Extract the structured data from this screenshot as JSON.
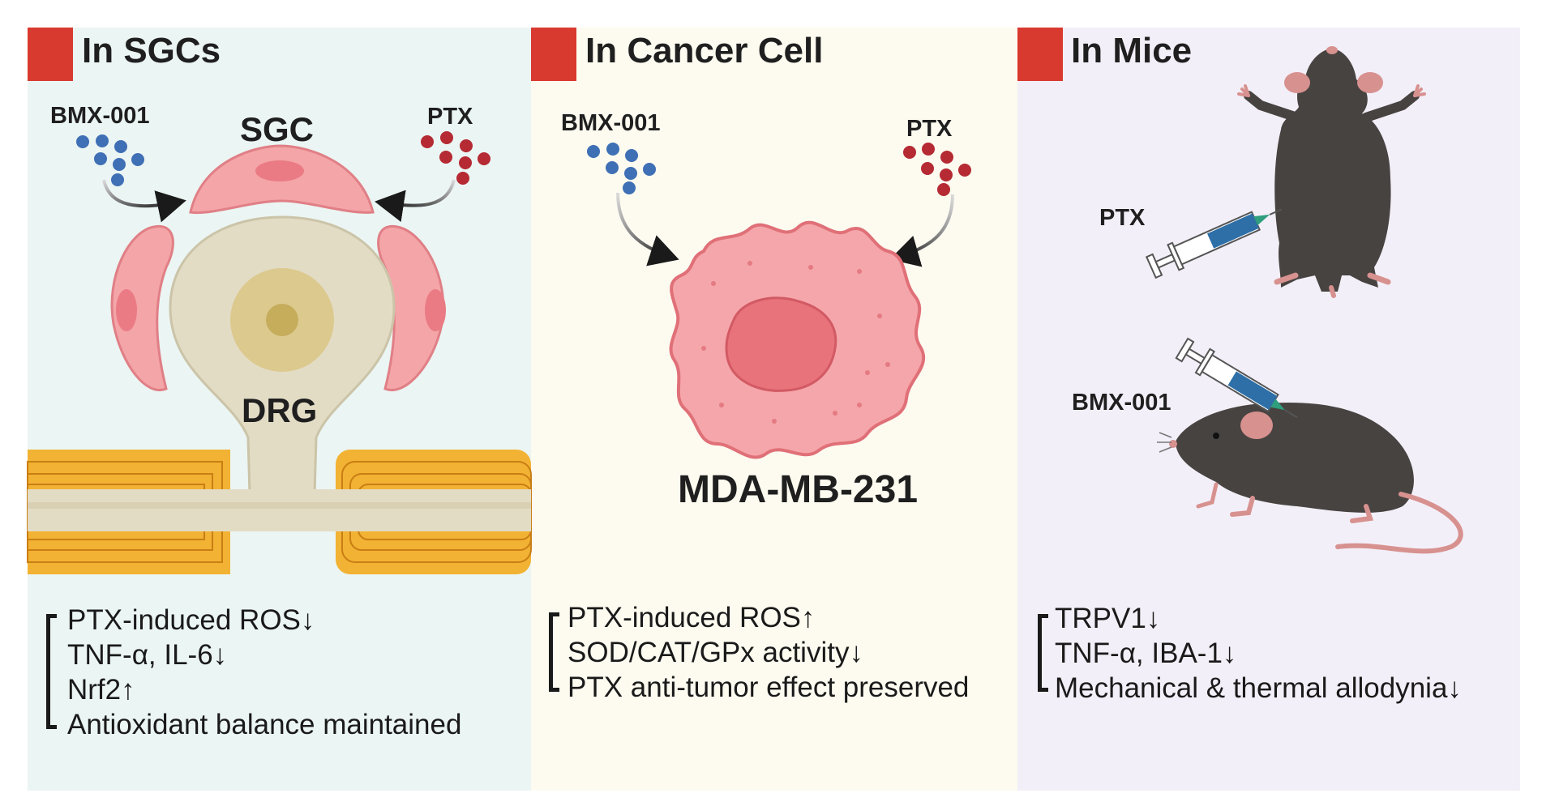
{
  "panels": [
    {
      "title": "In SGCs",
      "labels": {
        "drug1": "BMX-001",
        "drug2": "PTX",
        "cell": "SGC",
        "ganglion": "DRG"
      },
      "effects": [
        "PTX-induced ROS↓",
        "TNF-α, IL-6↓",
        "Nrf2↑",
        "Antioxidant balance maintained"
      ]
    },
    {
      "title": "In Cancer Cell",
      "labels": {
        "drug1": "BMX-001",
        "drug2": "PTX",
        "cell": "MDA-MB-231"
      },
      "effects": [
        "PTX-induced ROS↑",
        "SOD/CAT/GPx activity↓",
        "PTX anti-tumor effect preserved"
      ]
    },
    {
      "title": "In Mice",
      "labels": {
        "injection1": "PTX",
        "injection2": "BMX-001"
      },
      "effects": [
        "TRPV1↓",
        "TNF-α, IBA-1↓",
        "Mechanical & thermal allodynia↓"
      ]
    }
  ],
  "colors": {
    "header_accent": "#d93a2f",
    "bmx_dots": "#3f6fb5",
    "ptx_dots": "#b52a33",
    "sgc_cell": "#f4a5a8",
    "drg": "#e3dcc5",
    "myelin": "#f2b233",
    "cancer_cell": "#f08f95",
    "mouse": "#474341",
    "syringe_liquid": "#2e6fa8"
  },
  "icons": [
    "arrow-icon",
    "sgc-cell-icon",
    "drg-neuron-icon",
    "cancer-cell-icon",
    "mouse-icon",
    "syringe-icon"
  ]
}
